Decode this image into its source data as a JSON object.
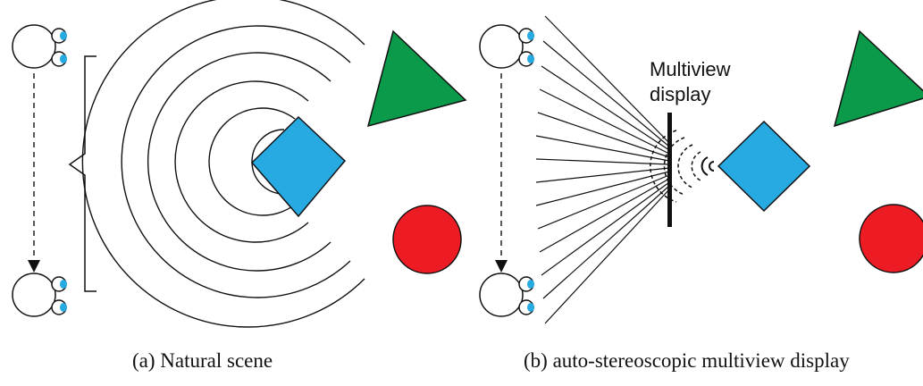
{
  "panel_a": {
    "caption": "(a)  Natural scene"
  },
  "panel_b": {
    "display_label_line1": "Multiview",
    "display_label_line2": "display",
    "caption": "(b)  auto-stereoscopic multiview display"
  },
  "colors": {
    "triangle": "#0a9a49",
    "diamond": "#27a9e1",
    "circle": "#ed1c24",
    "eye": "#27a9e1",
    "stroke": "#111111"
  },
  "icons": {
    "viewer_head": "head-top-view-icon",
    "arrow": "dashed-down-arrow-icon"
  }
}
